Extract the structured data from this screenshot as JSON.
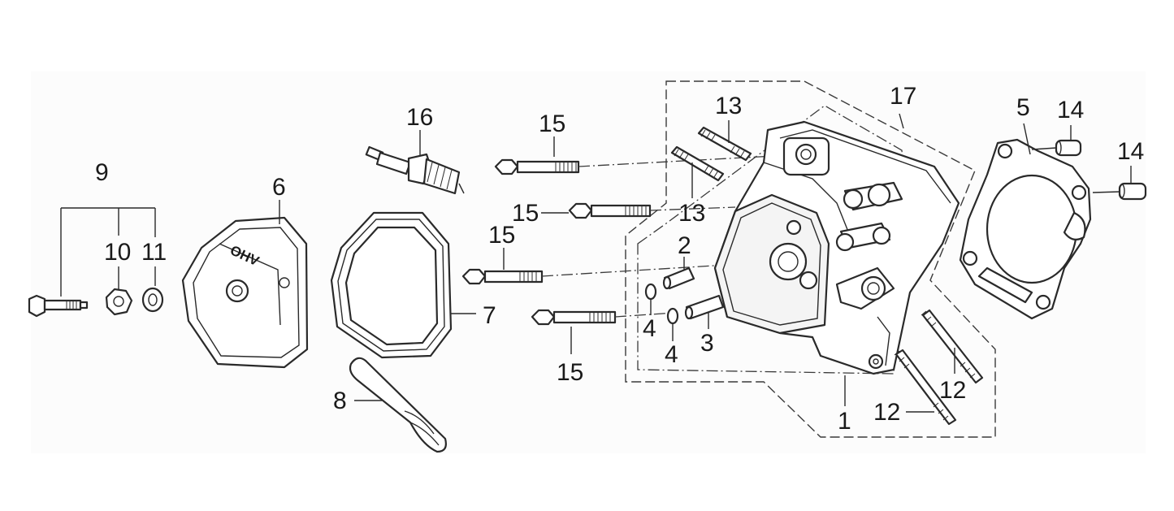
{
  "labels": {
    "p1": "1",
    "p2": "2",
    "p3": "3",
    "p4a": "4",
    "p4b": "4",
    "p5": "5",
    "p6": "6",
    "p7": "7",
    "p8": "8",
    "p9": "9",
    "p10": "10",
    "p11": "11",
    "p12a": "12",
    "p12b": "12",
    "p13a": "13",
    "p13b": "13",
    "p14a": "14",
    "p14b": "14",
    "p15a": "15",
    "p15b": "15",
    "p15c": "15",
    "p15d": "15",
    "p16": "16",
    "p17": "17"
  },
  "cover_marking": "OHV"
}
